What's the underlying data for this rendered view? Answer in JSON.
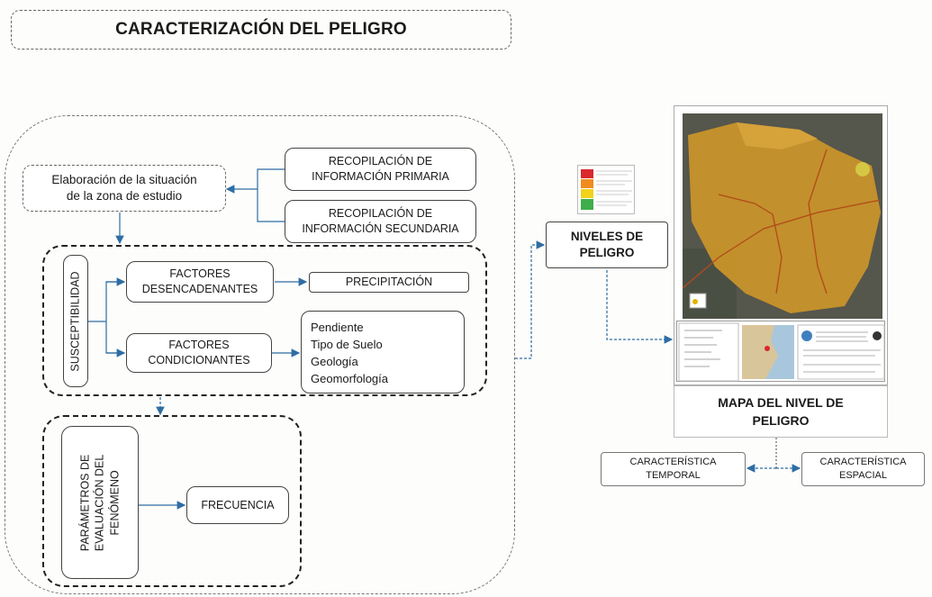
{
  "title": "CARACTERIZACIÓN DEL PELIGRO",
  "elaboracion": {
    "line1": "Elaboración de la situación",
    "line2": "de la zona de estudio"
  },
  "recop_primaria": {
    "line1": "RECOPILACIÓN DE",
    "line2": "INFORMACIÓN PRIMARIA"
  },
  "recop_secundaria": {
    "line1": "RECOPILACIÓN DE",
    "line2": "INFORMACIÓN SECUNDARIA"
  },
  "susceptibilidad": "SUSCEPTIBILIDAD",
  "factores_desencadenantes": {
    "line1": "FACTORES",
    "line2": "DESENCADENANTES"
  },
  "precipitacion": "PRECIPITACIÓN",
  "factores_condicionantes": {
    "line1": "FACTORES",
    "line2": "CONDICIONANTES"
  },
  "condicionantes_list": [
    "Pendiente",
    "Tipo de Suelo",
    "Geología",
    "Geomorfología"
  ],
  "parametros": {
    "line1": "PARÁMETROS DE",
    "line2": "EVALUACIÓN DEL",
    "line3": "FENÓMENO"
  },
  "frecuencia": "FRECUENCIA",
  "niveles": {
    "line1": "NIVELES DE",
    "line2": "PELIGRO"
  },
  "mapa": {
    "line1": "MAPA DEL NIVEL DE",
    "line2": "PELIGRO"
  },
  "caracteristica_temporal": {
    "line1": "CARACTERÍSTICA",
    "line2": "TEMPORAL"
  },
  "caracteristica_espacial": {
    "line1": "CARACTERÍSTICA",
    "line2": "ESPACIAL"
  },
  "colors": {
    "arrow": "#2e6da4",
    "hazard_fill": "#c8932a",
    "legend_red": "#d9282b",
    "legend_orange": "#f08c1f",
    "legend_yellow": "#f2d21b",
    "legend_green": "#3fae49"
  }
}
